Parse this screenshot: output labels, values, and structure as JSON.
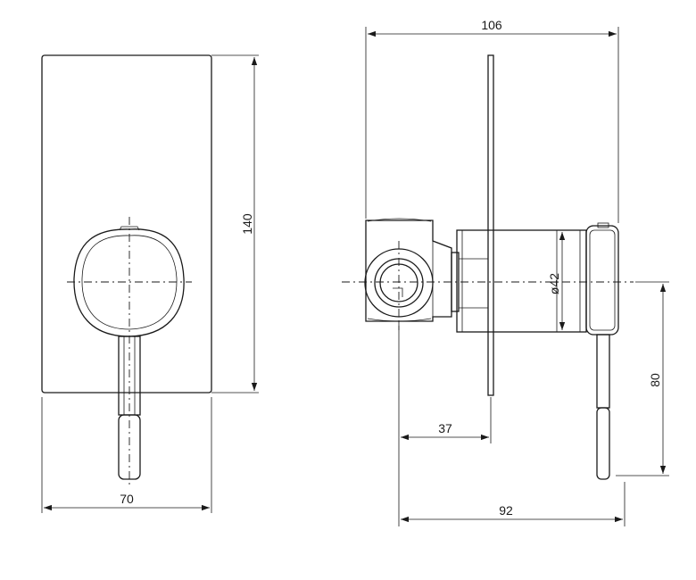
{
  "dimensions": {
    "front_height": "140",
    "front_width": "70",
    "side_total_width": "106",
    "body_diameter": "ø42",
    "wall_offset": "37",
    "handle_depth": "92",
    "handle_drop": "80"
  }
}
